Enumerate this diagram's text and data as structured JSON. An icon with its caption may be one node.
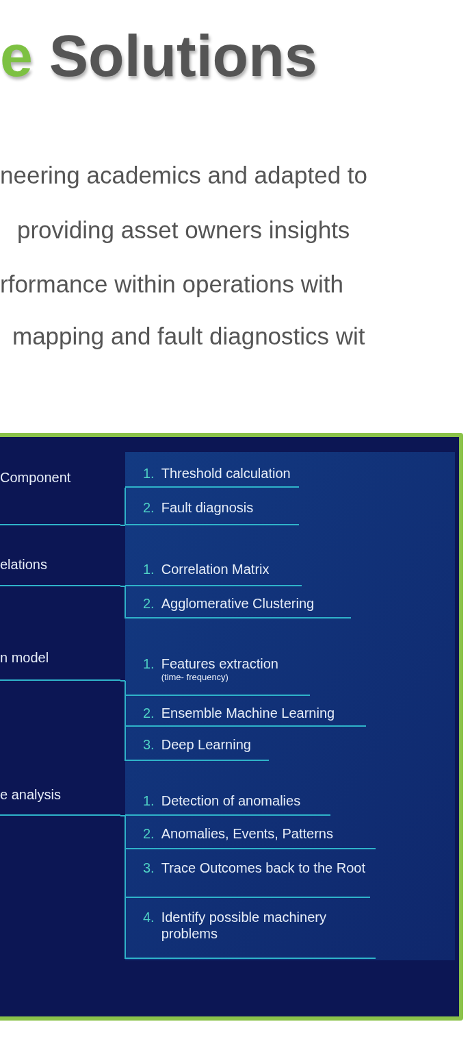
{
  "diagram": {
    "title": "e Solutions",
    "nodes": [
      {
        "text": [
          "Component"
        ]
      },
      {
        "text": [
          "1.",
          "Threshold calculation"
        ]
      },
      {
        "text": [
          "2.",
          "Fault diagnosis"
        ]
      },
      {
        "text": [
          "elations"
        ]
      },
      {
        "text": [
          "1.",
          "Correlation Matrix"
        ]
      },
      {
        "text": [
          "2.",
          "Agglomerative Clustering"
        ]
      },
      {
        "text": [
          "n model"
        ]
      },
      {
        "text": [
          "1.",
          "Features extraction",
          "(time- frequency)"
        ]
      },
      {
        "text": [
          "2.",
          "Ensemble Machine Learning"
        ]
      },
      {
        "text": [
          "3.",
          "Deep Learning"
        ]
      },
      {
        "text": [
          "e analysis"
        ]
      },
      {
        "text": [
          "1.",
          "Detection of anomalies"
        ]
      },
      {
        "text": [
          "2.",
          "Anomalies, Events, Patterns"
        ]
      },
      {
        "text": [
          "3.",
          "Trace Outcomes back to the Root"
        ]
      },
      {
        "text": [
          "4.",
          "Identify possible machinery problems"
        ]
      }
    ],
    "edges": [
      {
        "from": 0,
        "to": 1,
        "arrow": "none"
      },
      {
        "from": 0,
        "to": 2,
        "arrow": "none"
      },
      {
        "from": 3,
        "to": 4,
        "arrow": "none"
      },
      {
        "from": 3,
        "to": 5,
        "arrow": "none"
      },
      {
        "from": 6,
        "to": 7,
        "arrow": "none"
      },
      {
        "from": 6,
        "to": 8,
        "arrow": "none"
      },
      {
        "from": 6,
        "to": 9,
        "arrow": "none"
      },
      {
        "from": 10,
        "to": 11,
        "arrow": "none"
      },
      {
        "from": 10,
        "to": 12,
        "arrow": "none"
      },
      {
        "from": 10,
        "to": 13,
        "arrow": "none"
      },
      {
        "from": 10,
        "to": 14,
        "arrow": "none"
      }
    ],
    "labels": [
      "neering academics and adapted to",
      "providing asset owners insights",
      "rformance within operations with",
      "mapping and fault diagnostics wit"
    ]
  }
}
